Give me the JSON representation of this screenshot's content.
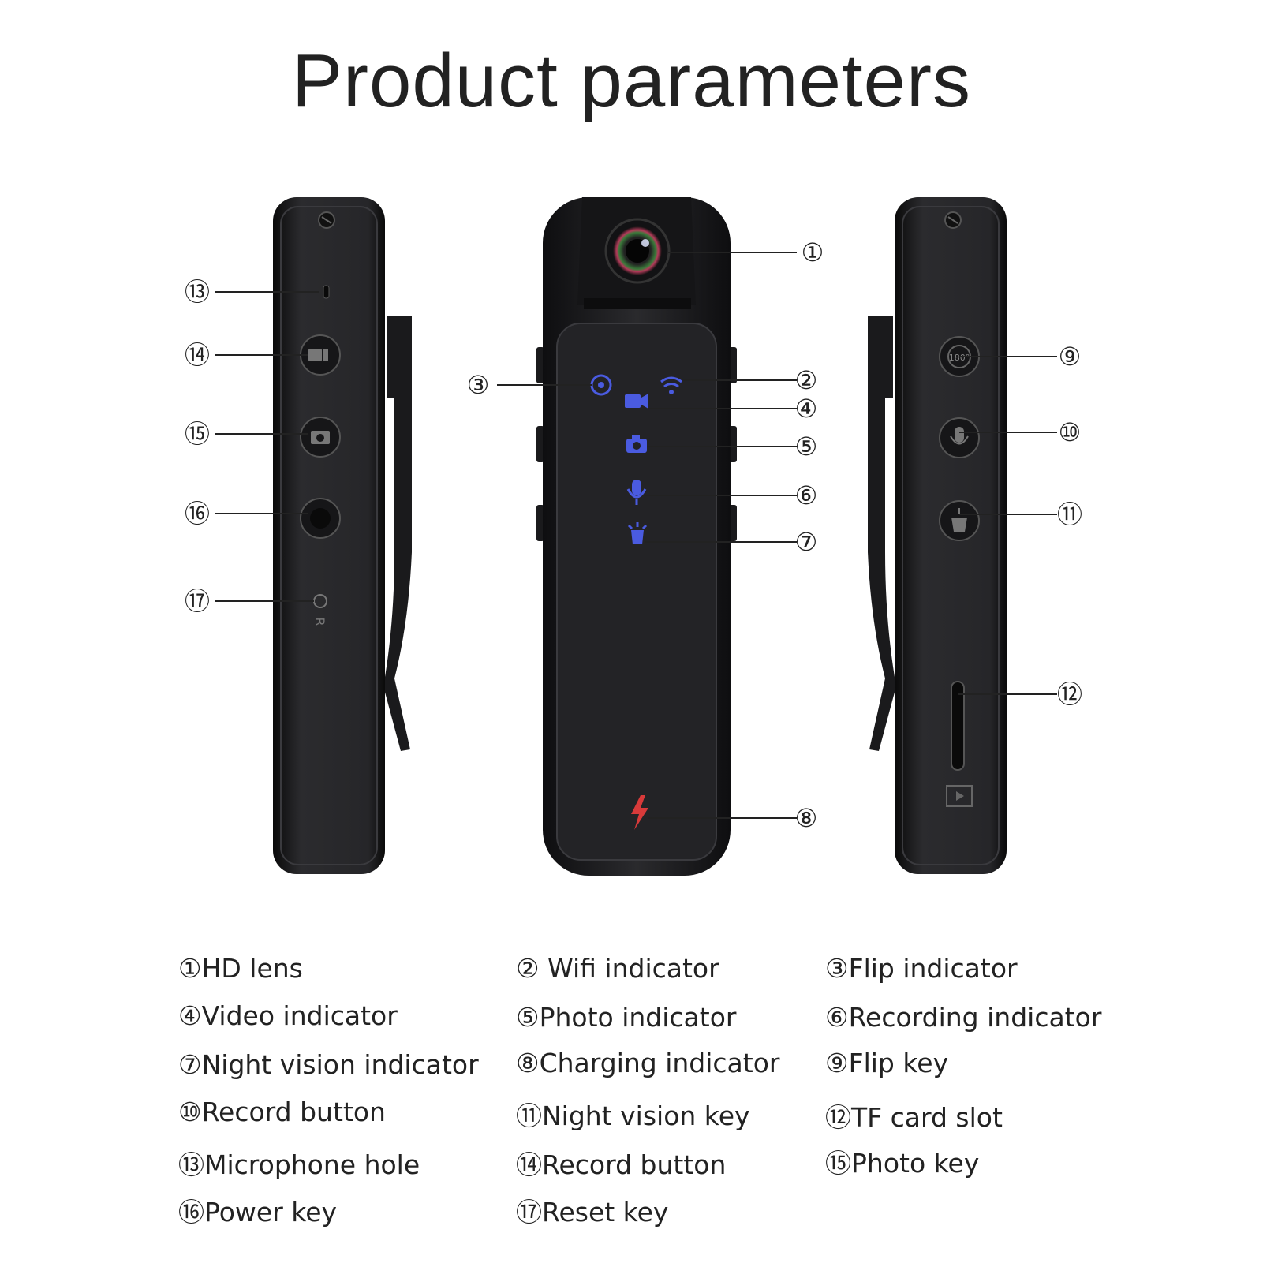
{
  "title": "Product parameters",
  "callouts": {
    "c1": "①",
    "c2": "②",
    "c3": "③",
    "c4": "④",
    "c5": "⑤",
    "c6": "⑥",
    "c7": "⑦",
    "c8": "⑧",
    "c9": "⑨",
    "c10": "⑩",
    "c11": "⑪",
    "c12": "⑫",
    "c13": "⑬",
    "c14": "⑭",
    "c15": "⑮",
    "c16": "⑯",
    "c17": "⑰"
  },
  "legend": {
    "l1": "①HD lens",
    "l2": "② Wifi indicator",
    "l3": "③Flip indicator",
    "l4": "④Video indicator",
    "l5": "⑤Photo indicator",
    "l6": "⑥Recording indicator",
    "l7": "⑦Night vision indicator",
    "l8": "⑧Charging indicator",
    "l9": "⑨Flip key",
    "l10": "⑩Record button",
    "l11": "⑪Night vision key",
    "l12": "⑫TF card slot",
    "l13": "⑬Microphone hole",
    "l14": "⑭Record button",
    "l15": "⑮Photo key",
    "l16": "⑯Power key",
    "l17": "⑰Reset key"
  },
  "device_labels": {
    "reset_mark": "R",
    "flip_key_mark": "180°"
  },
  "colors": {
    "indicator_blue": "#4a5be0",
    "charging_red": "#d83a3a",
    "device_body": "#1c1c1e"
  }
}
